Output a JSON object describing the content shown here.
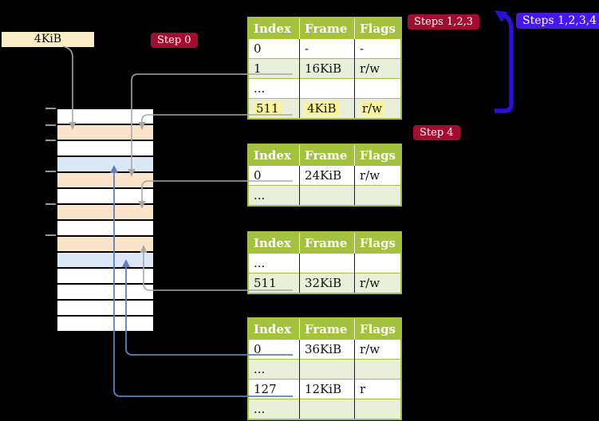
{
  "colors": {
    "background": "#000000",
    "table_header_green": "#a4c23d",
    "table_alt_row_green": "#e9efd8",
    "highlight_yellow": "#fdf49c",
    "badge_red": "#a30d2f",
    "badge_blue": "#4617f0",
    "thick_arrow_blue": "#2c10d9",
    "connector_gray": "#a8a8a8",
    "connector_blue": "#5b7fbd",
    "memory_frame_orange": "#fce4cb",
    "memory_page_blue": "#dbe6f6",
    "frame_label_cream": "#fbeec6"
  },
  "labels": {
    "frame_box": "4KiB",
    "step0_badge": "Step 0",
    "steps123_badge": "Steps 1,2,3",
    "steps1234_badge": "Steps 1,2,3,4",
    "step4_badge": "Step 4"
  },
  "tables": [
    {
      "name": "page-table-1",
      "headers": [
        "Index",
        "Frame",
        "Flags"
      ],
      "rows": [
        {
          "cells": [
            "0",
            "-",
            "-"
          ],
          "highlight": false
        },
        {
          "cells": [
            "1",
            "16KiB",
            "r/w"
          ],
          "highlight": false
        },
        {
          "cells": [
            "...",
            "",
            ""
          ],
          "highlight": false
        },
        {
          "cells": [
            "511",
            "4KiB",
            "r/w"
          ],
          "highlight": true
        }
      ]
    },
    {
      "name": "page-table-2",
      "headers": [
        "Index",
        "Frame",
        "Flags"
      ],
      "rows": [
        {
          "cells": [
            "0",
            "24KiB",
            "r/w"
          ],
          "highlight": false
        },
        {
          "cells": [
            "...",
            "",
            ""
          ],
          "highlight": false
        }
      ]
    },
    {
      "name": "page-table-3",
      "headers": [
        "Index",
        "Frame",
        "Flags"
      ],
      "rows": [
        {
          "cells": [
            "...",
            "",
            ""
          ],
          "highlight": false
        },
        {
          "cells": [
            "511",
            "32KiB",
            "r/w"
          ],
          "highlight": false
        }
      ]
    },
    {
      "name": "page-table-4",
      "headers": [
        "Index",
        "Frame",
        "Flags"
      ],
      "rows": [
        {
          "cells": [
            "0",
            "36KiB",
            "r/w"
          ],
          "highlight": false
        },
        {
          "cells": [
            "...",
            "",
            ""
          ],
          "highlight": false
        },
        {
          "cells": [
            "127",
            "12KiB",
            "r"
          ],
          "highlight": false
        },
        {
          "cells": [
            "...",
            "",
            ""
          ],
          "highlight": false
        }
      ]
    }
  ],
  "memory": {
    "rows": [
      {
        "kind": "free"
      },
      {
        "kind": "table"
      },
      {
        "kind": "free"
      },
      {
        "kind": "page"
      },
      {
        "kind": "table"
      },
      {
        "kind": "free"
      },
      {
        "kind": "table"
      },
      {
        "kind": "free"
      },
      {
        "kind": "table"
      },
      {
        "kind": "page"
      },
      {
        "kind": "free"
      },
      {
        "kind": "free"
      },
      {
        "kind": "free"
      },
      {
        "kind": "free"
      }
    ]
  },
  "connections": [
    {
      "from": "4KiB-label",
      "to": "memory-frame-4KiB",
      "color": "gray"
    },
    {
      "from": "page-table-1 entry 511 (4KiB)",
      "to": "memory-frame-4KiB",
      "color": "gray"
    },
    {
      "from": "page-table-1 entry 1 (16KiB)",
      "to": "memory-frame-16KiB",
      "color": "gray"
    },
    {
      "from": "page-table-2 entry 0 (24KiB)",
      "to": "memory-frame-24KiB",
      "color": "gray"
    },
    {
      "from": "page-table-3 entry 511 (32KiB)",
      "to": "memory-frame-32KiB",
      "color": "gray"
    },
    {
      "from": "page-table-4 entry 0 (36KiB)",
      "to": "memory-page-36KiB",
      "color": "blue"
    },
    {
      "from": "page-table-4 entry 127 (12KiB)",
      "to": "memory-page-12KiB",
      "color": "blue"
    },
    {
      "from": "loop-arrow-bottom",
      "to": "page-table-1-area",
      "color": "thick-blue"
    }
  ]
}
